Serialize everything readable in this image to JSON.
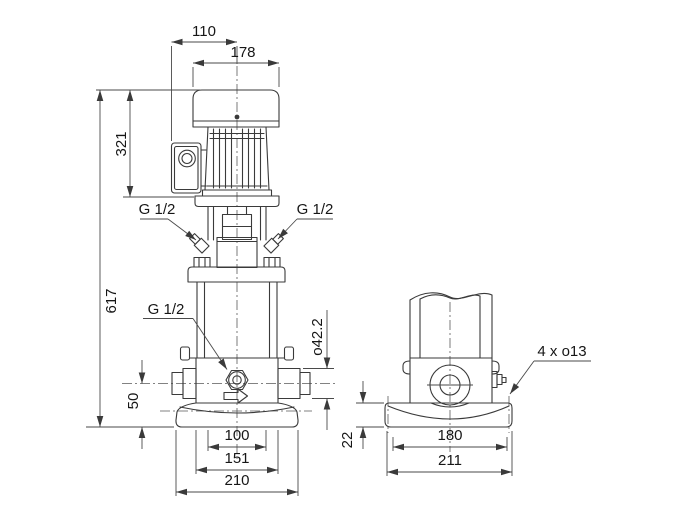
{
  "colors": {
    "background": "#ffffff",
    "line": "#3a3a3a",
    "dimension_line": "#4a4a4a",
    "text": "#161616"
  },
  "front_view": {
    "dim_box_to_center": "110",
    "dim_motor_width": "178",
    "dim_motor_height": "321",
    "dim_total_height": "617",
    "dim_port_center_height": "50",
    "dim_port_diameter": "o42.2",
    "dim_span_inner": "100",
    "dim_span_mid": "151",
    "dim_base_width": "210",
    "label_gauge_left": "G 1/2",
    "label_gauge_right": "G 1/2",
    "label_drain_plug": "G 1/2"
  },
  "side_view": {
    "dim_base_height": "22",
    "dim_bolt_span": "180",
    "dim_base_depth": "211",
    "label_bolt_holes": "4 x o13"
  }
}
